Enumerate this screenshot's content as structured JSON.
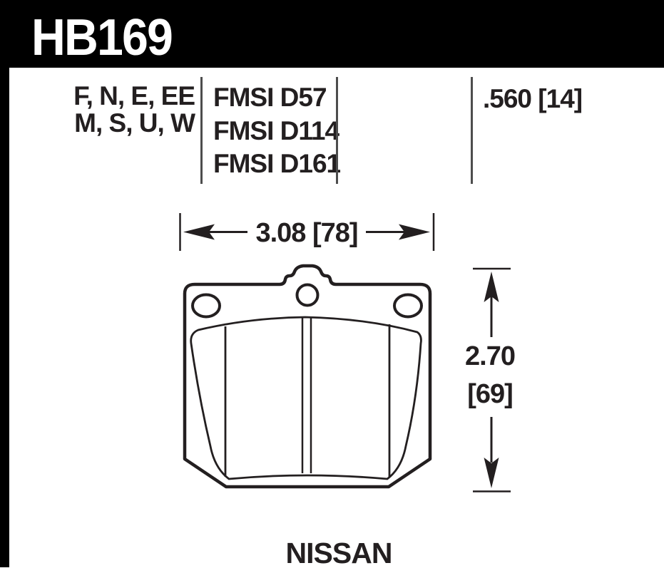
{
  "title": {
    "part_number": "HB169"
  },
  "spec_table": {
    "compound_codes_line1": "F, N, E, EE",
    "compound_codes_line2": "M, S, U, W",
    "fmsi_numbers": [
      "FMSI D57",
      "FMSI D114",
      "FMSI D161"
    ],
    "pad_thickness": ".560 [14]"
  },
  "drawing": {
    "width_dimension": "3.08 [78]",
    "height_dimension_inches": "2.70",
    "height_dimension_mm": "[69]"
  },
  "application": "NISSAN",
  "colors": {
    "ink": "#231f20",
    "header_bar": "#000000",
    "divider": "#4d4d4d",
    "background": "#ffffff"
  }
}
